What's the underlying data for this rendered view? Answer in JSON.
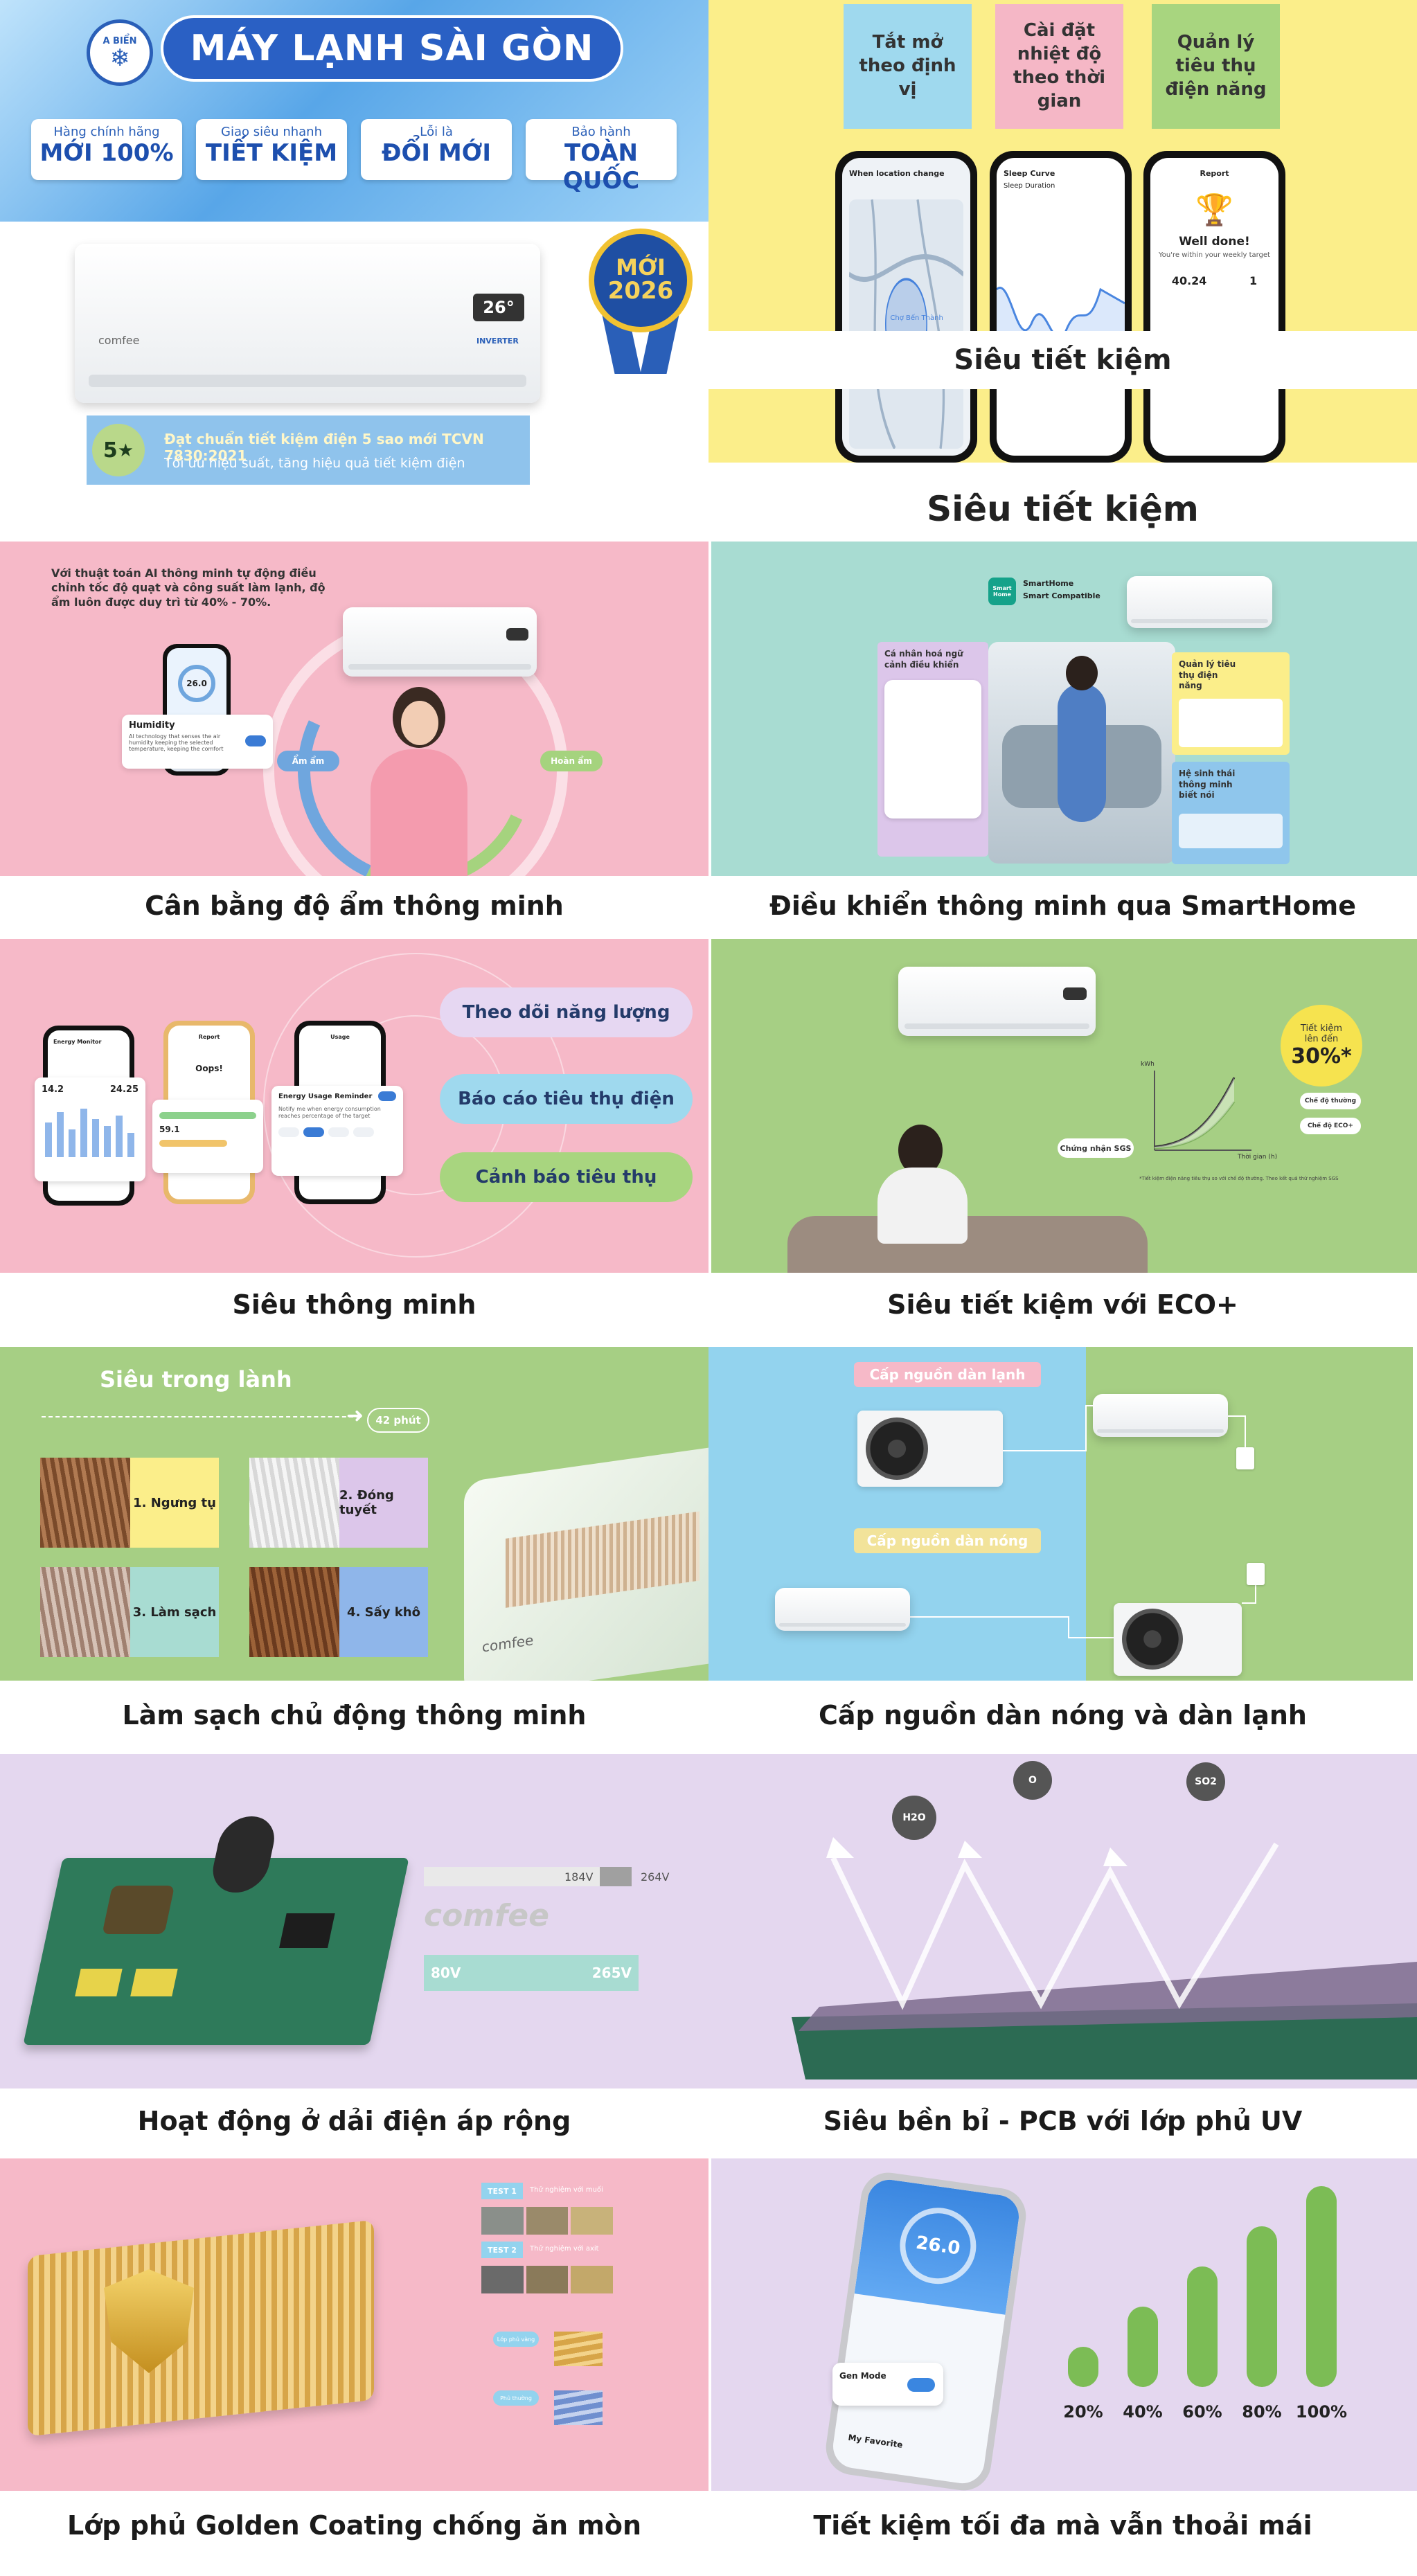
{
  "brand": {
    "title": "MÁY LẠNH SÀI GÒN",
    "badges": [
      {
        "top": "Hàng chính hãng",
        "main": "MỚI 100%"
      },
      {
        "top": "Giao siêu nhanh",
        "main": "TIẾT KIỆM"
      },
      {
        "top": "Lỗi là",
        "main": "ĐỔI MỚI"
      },
      {
        "top": "Bảo hành",
        "main": "TOÀN QUỐC"
      }
    ],
    "logo_top": "A BIỂN"
  },
  "hero": {
    "ac_temp": "26°",
    "ac_brand": "comfee",
    "ac_inverter": "INVERTER",
    "new_badge_line1": "MỚI",
    "new_badge_line2": "2026",
    "energy_star": "5",
    "energy_title": "Đạt chuẩn tiết kiệm điện 5 sao mới TCVN 7830:2021",
    "energy_sub": "Tối ưu hiệu suất, tăng hiệu quả tiết kiệm điện"
  },
  "savings_panel": {
    "boxes": [
      "Tắt mở theo định vị",
      "Cài đặt nhiệt độ theo thời gian",
      "Quản lý tiêu thụ điện năng"
    ],
    "phone1_title": "When location change",
    "phone2_title": "Sleep Curve",
    "phone3_title": "Report",
    "phone3_msg": "Well done!",
    "phone3_sub": "You're within your weekly target",
    "phone3_val1": "40.24",
    "phone3_val2": "1",
    "phone2_label": "Sleep Duration",
    "phone1_place": "Chợ Bến Thành",
    "overlay_label": "Siêu tiết kiệm",
    "footer_label": "Siêu tiết kiệm"
  },
  "captions": {
    "humidity": "Cân bằng độ ẩm thông minh",
    "smarthome": "Điều khiển thông minh qua SmartHome",
    "smart": "Siêu thông minh",
    "eco": "Siêu tiết kiệm với ECO+",
    "clean": "Làm sạch chủ động thông minh",
    "power": "Cấp nguồn dàn nóng và dàn lạnh",
    "voltage": "Hoạt động ở dải điện áp rộng",
    "pcb": "Siêu bền bỉ - PCB với lớp phủ UV",
    "golden": "Lớp phủ Golden Coating chống ăn mòn",
    "comfort": "Tiết kiệm tối đa mà vẫn thoải mái"
  },
  "humidity_panel": {
    "desc": "Với thuật toán AI thông minh tự động điều chỉnh tốc độ quạt và công suất làm lạnh, độ ẩm luôn được duy trì từ 40% - 70%.",
    "card_title": "Humidity",
    "card_text": "AI technology that senses the air humidity keeping the selected temperature, keeping the comfort",
    "phone_val": "26.0",
    "left_tag": "Ẩm ẩm",
    "right_tag": "Hoàn ẩm"
  },
  "smarthome_panel": {
    "logo": "Smart Home",
    "logo_sub1": "SmartHome",
    "logo_sub2": "Smart Compatible",
    "left_label": "Cá nhân hoá ngữ cảnh điều khiển",
    "right_top": "Quản lý tiêu thụ điện năng",
    "right_bottom": "Hệ sinh thái thông minh biết nói"
  },
  "smart_panel": {
    "pills": [
      "Theo dõi năng lượng",
      "Báo cáo tiêu thụ điện",
      "Cảnh báo tiêu thụ"
    ],
    "phone1_title": "Energy Monitor",
    "phone1_v1": "14.2",
    "phone1_v2": "24.25",
    "phone2_title": "Report",
    "phone2_msg": "Oops!",
    "phone2_v1": "59.1",
    "phone3_title": "Usage",
    "card_title": "Energy Usage Reminder",
    "card_text": "Notify me when energy consumption reaches percentage of the target"
  },
  "eco_panel": {
    "badge_line1": "Tiết kiệm",
    "badge_line2": "lên đến",
    "badge_value": "30%*",
    "legend_normal": "Chế độ thường",
    "legend_eco": "Chế độ ECO+",
    "sgs": "Chứng nhận SGS",
    "y_label": "kWh",
    "x_label": "Thời gian (h)",
    "footnote": "*Tiết kiệm điện năng tiêu thụ so với chế độ thường. Theo kết quả thử nghiệm SGS"
  },
  "clean_panel": {
    "title": "Siêu trong lành",
    "duration": "42 phút",
    "steps": [
      "1. Ngưng tụ",
      "2. Đóng tuyết",
      "3. Làm sạch",
      "4. Sấy khô"
    ],
    "brand": "comfee"
  },
  "power_panel": {
    "label_cold": "Cấp nguồn dàn lạnh",
    "label_hot": "Cấp nguồn dàn nóng"
  },
  "voltage_panel": {
    "v184": "184V",
    "v264": "264V",
    "brand": "comfee",
    "v80": "80V",
    "v265": "265V"
  },
  "pcb_panel": {
    "molecules": [
      "H2O",
      "O",
      "SO2"
    ]
  },
  "golden_panel": {
    "test1": "TEST 1",
    "test1_sub": "Thử nghiệm với muối",
    "test2": "TEST 2",
    "test2_sub": "Thử nghiệm với axit",
    "layer1": "Lớp phủ vàng",
    "layer2": "Phủ thường"
  },
  "comfort_panel": {
    "phone_temp": "26.0",
    "mode": "Gen Mode",
    "my_favorite": "My Favorite",
    "levels": [
      "20%",
      "40%",
      "60%",
      "80%",
      "100%"
    ],
    "level_values": [
      20,
      40,
      60,
      80,
      100
    ]
  },
  "colors": {
    "blue_banner": "#3b8fdc",
    "yellow": "#fbee8a",
    "pink": "#f6b9c8",
    "mint": "#a8dcd2",
    "green": "#a6cf84",
    "lavender": "#e4d7ef",
    "light_blue": "#93d3ee"
  }
}
